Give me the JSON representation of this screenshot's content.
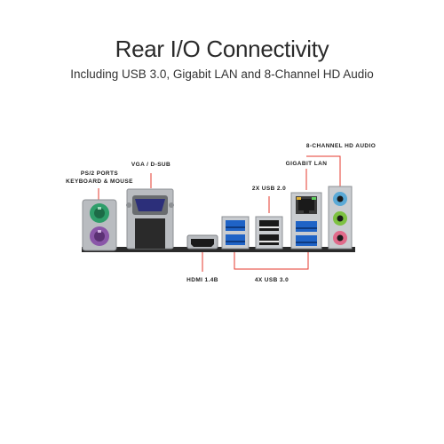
{
  "header": {
    "title": "Rear I/O Connectivity",
    "subtitle": "Including USB 3.0, Gigabit LAN and 8-Channel HD Audio"
  },
  "labels": {
    "ps2_line1": "PS/2 PORTS",
    "ps2_line2": "KEYBOARD & MOUSE",
    "vga": "VGA / D-SUB",
    "hdmi": "HDMI 1.4B",
    "usb20": "2X USB 2.0",
    "usb30": "4X USB 3.0",
    "lan": "GIGABIT LAN",
    "audio": "8-CHANNEL HD AUDIO"
  },
  "colors": {
    "accent_line": "#e63a2e",
    "usb3_blue": "#1f63c6",
    "ps2_keyboard": "#8a56a8",
    "ps2_mouse": "#2f9e6a",
    "audio_blue": "#5aa9d6",
    "audio_green": "#7dc142",
    "audio_pink": "#e06a8a"
  }
}
